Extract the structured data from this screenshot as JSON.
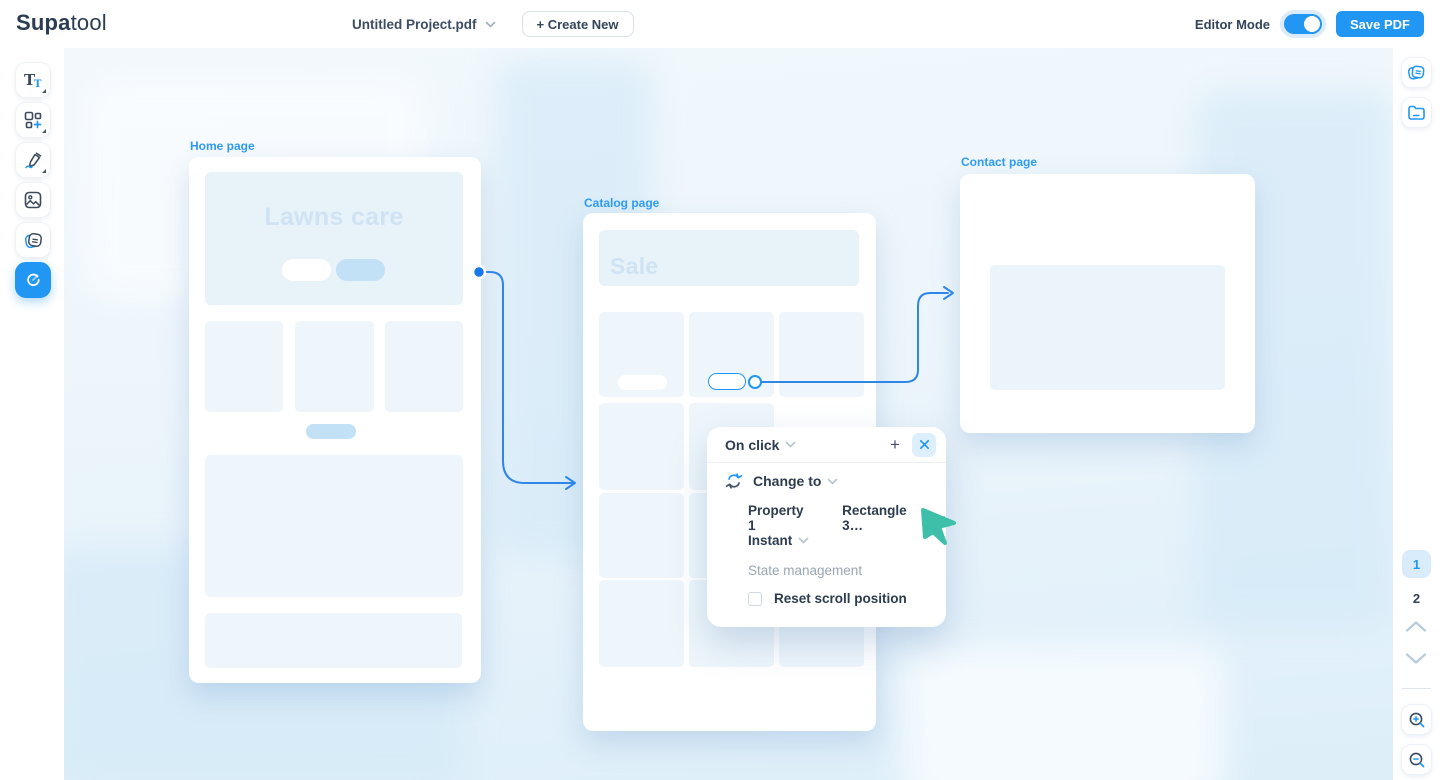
{
  "topbar": {
    "logo_bold": "Supa",
    "logo_rest": "tool",
    "project_title": "Untitled Project.pdf",
    "create_new": "+ Create New",
    "editor_mode": "Editor Mode",
    "save_pdf": "Save PDF"
  },
  "left_toolbar": {
    "tools": [
      "text-tool",
      "add-frame-tool",
      "draw-tool",
      "image-tool",
      "sticker-tool",
      "link-tool"
    ],
    "active_tool": "link-tool"
  },
  "right_toolbar": {
    "top_tools": [
      "pages-panel",
      "folder-panel"
    ],
    "pages": [
      {
        "label": "1",
        "active": true
      },
      {
        "label": "2",
        "active": false
      }
    ],
    "nav": [
      "page-up",
      "page-down"
    ],
    "zoom_tools": [
      "zoom-in",
      "zoom-out"
    ]
  },
  "canvas": {
    "artboards": [
      {
        "label": "Home page",
        "hero_text": "Lawns care"
      },
      {
        "label": "Catalog page",
        "hero_text": "Sale"
      },
      {
        "label": "Contact page"
      }
    ],
    "popup": {
      "trigger": "On click",
      "add": "+",
      "action": "Change to",
      "property_label": "Property 1",
      "property_value": "Rectangle 3…",
      "timing": "Instant",
      "section": "State management",
      "checkbox": "Reset scroll position"
    }
  },
  "colors": {
    "accent": "#2196f3",
    "connector": "#2e86e8",
    "cursor": "#3ebfa9",
    "artboard_label": "#2e9cf4"
  }
}
